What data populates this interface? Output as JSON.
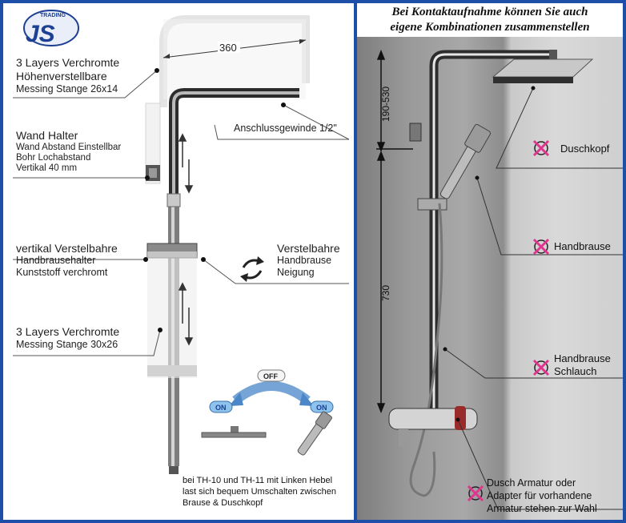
{
  "logo": {
    "top": "TRADING",
    "main": "JS"
  },
  "left_panel": {
    "dimension_360": "360",
    "label_height_rod": {
      "line1": "3 Layers Verchromte",
      "line2": "Höhenverstellbare",
      "line3": "Messing Stange 26x14"
    },
    "label_thread": "Anschlussgewinde 1/2\"",
    "label_wall_holder": {
      "line1": "Wand Halter",
      "line2": "Wand Abstand Einstellbar",
      "line3": "Bohr Lochabstand",
      "line4": "Vertikal 40 mm"
    },
    "label_hand_holder": {
      "line1": "vertikal Verstelbahre",
      "line2": "Handbrausehalter",
      "line3": "Kunststoff verchromt"
    },
    "label_tilt": {
      "line1": "Verstelbahre",
      "line2": "Handbrause",
      "line3": "Neigung"
    },
    "label_main_rod": {
      "line1": "3 Layers Verchromte",
      "line2": "Messing Stange 30x26"
    },
    "switch_states": {
      "off": "OFF",
      "on_left": "ON",
      "on_right": "ON"
    },
    "footer_note": {
      "line1": "bei TH-10 und TH-11 mit Linken Hebel",
      "line2": "last sich bequem Umschalten zwischen",
      "line3": "Brause & Duschkopf"
    }
  },
  "right_panel": {
    "header_line1": "Bei Kontaktaufnahme können Sie auch",
    "header_line2": "eigene Kombinationen zusammenstellen",
    "dimension_top": "190-530",
    "dimension_bottom": "730",
    "labels": {
      "shower_head": "Duschkopf",
      "hand_shower": "Handbrause",
      "hose_line1": "Handbrause",
      "hose_line2": "Schlauch",
      "mixer_line1": "Dusch Armatur oder",
      "mixer_line2": "Adapter für vorhandene",
      "mixer_line3": "Armatur stehen zur  Wahl"
    }
  },
  "colors": {
    "frame": "#1d4fa8",
    "cross": "#e0358e",
    "line": "#333333"
  }
}
